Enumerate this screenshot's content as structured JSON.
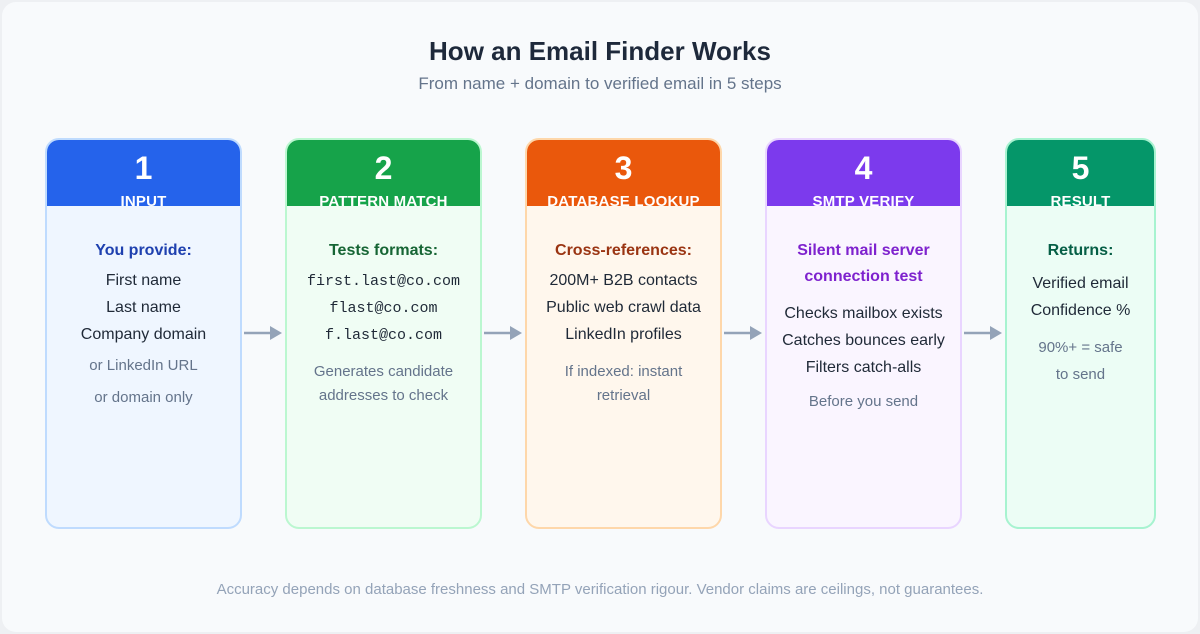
{
  "header": {
    "title": "How an Email Finder Works",
    "subtitle": "From name + domain to verified email in 5 steps"
  },
  "steps": [
    {
      "number": "1",
      "name": "INPUT",
      "heading": "You provide:",
      "items": [
        "First name",
        "Last name",
        "Company domain"
      ],
      "notes": [
        "or LinkedIn URL",
        "or domain only"
      ]
    },
    {
      "number": "2",
      "name": "PATTERN MATCH",
      "heading": "Tests formats:",
      "items": [
        "first.last@co.com",
        "flast@co.com",
        "f.last@co.com"
      ],
      "notes": [
        "Generates candidate",
        "addresses to check"
      ]
    },
    {
      "number": "3",
      "name": "DATABASE LOOKUP",
      "heading": "Cross-references:",
      "items": [
        "200M+ B2B contacts",
        "Public web crawl data",
        "LinkedIn profiles"
      ],
      "notes": [
        "If indexed: instant",
        "retrieval"
      ]
    },
    {
      "number": "4",
      "name": "SMTP VERIFY",
      "heading": [
        "Silent mail server",
        "connection test"
      ],
      "items": [
        "Checks mailbox exists",
        "Catches bounces early",
        "Filters catch-alls"
      ],
      "notes": [
        "Before you send"
      ]
    },
    {
      "number": "5",
      "name": "RESULT",
      "heading": "Returns:",
      "items": [
        "Verified email",
        "Confidence %"
      ],
      "notes": [
        "90%+ = safe",
        "to send"
      ]
    }
  ],
  "colors": {
    "step1": "#2563eb",
    "step2": "#16a34a",
    "step3": "#ea580c",
    "step4": "#7c3aed",
    "step5": "#059669",
    "arrow": "#94a3b8"
  },
  "footer": "Accuracy depends on database freshness and SMTP verification rigour. Vendor claims are ceilings, not guarantees."
}
